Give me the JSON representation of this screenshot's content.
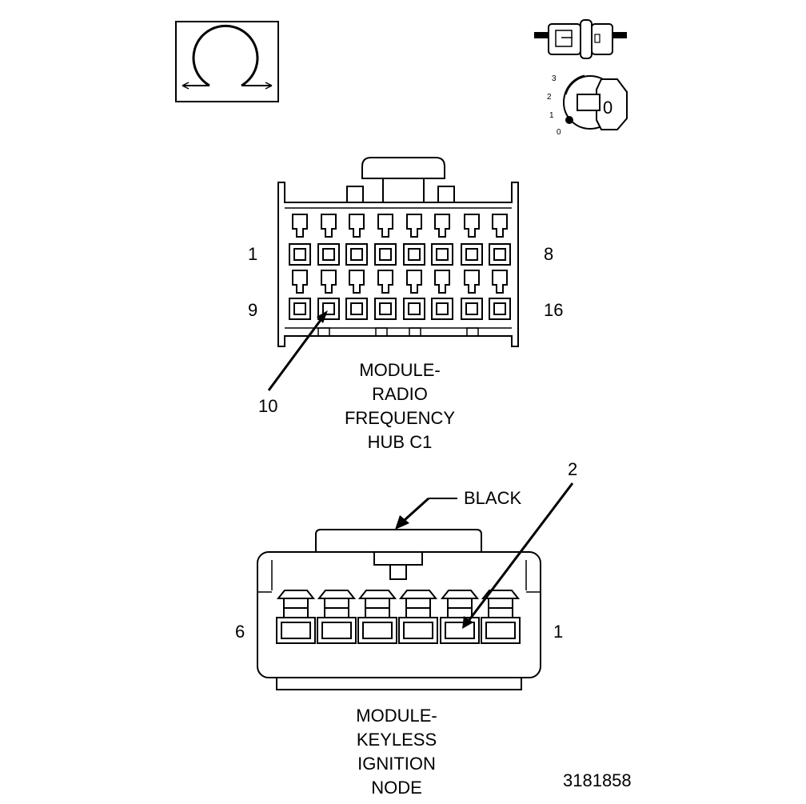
{
  "drawing_number": "3181858",
  "ignition_key": {
    "positions": [
      "3",
      "2",
      "1",
      "0"
    ],
    "key_label": "0"
  },
  "rf_hub": {
    "title_lines": [
      "MODULE-",
      "RADIO",
      "FREQUENCY",
      "HUB C1"
    ],
    "pin_labels": {
      "top_left": "1",
      "top_right": "8",
      "bottom_left": "9",
      "bottom_right": "16"
    },
    "callout": "10"
  },
  "kin": {
    "title_lines": [
      "MODULE-",
      "KEYLESS",
      "IGNITION",
      "NODE"
    ],
    "color_callout": "BLACK",
    "pin_labels": {
      "left": "6",
      "right": "1"
    },
    "callout": "2"
  }
}
